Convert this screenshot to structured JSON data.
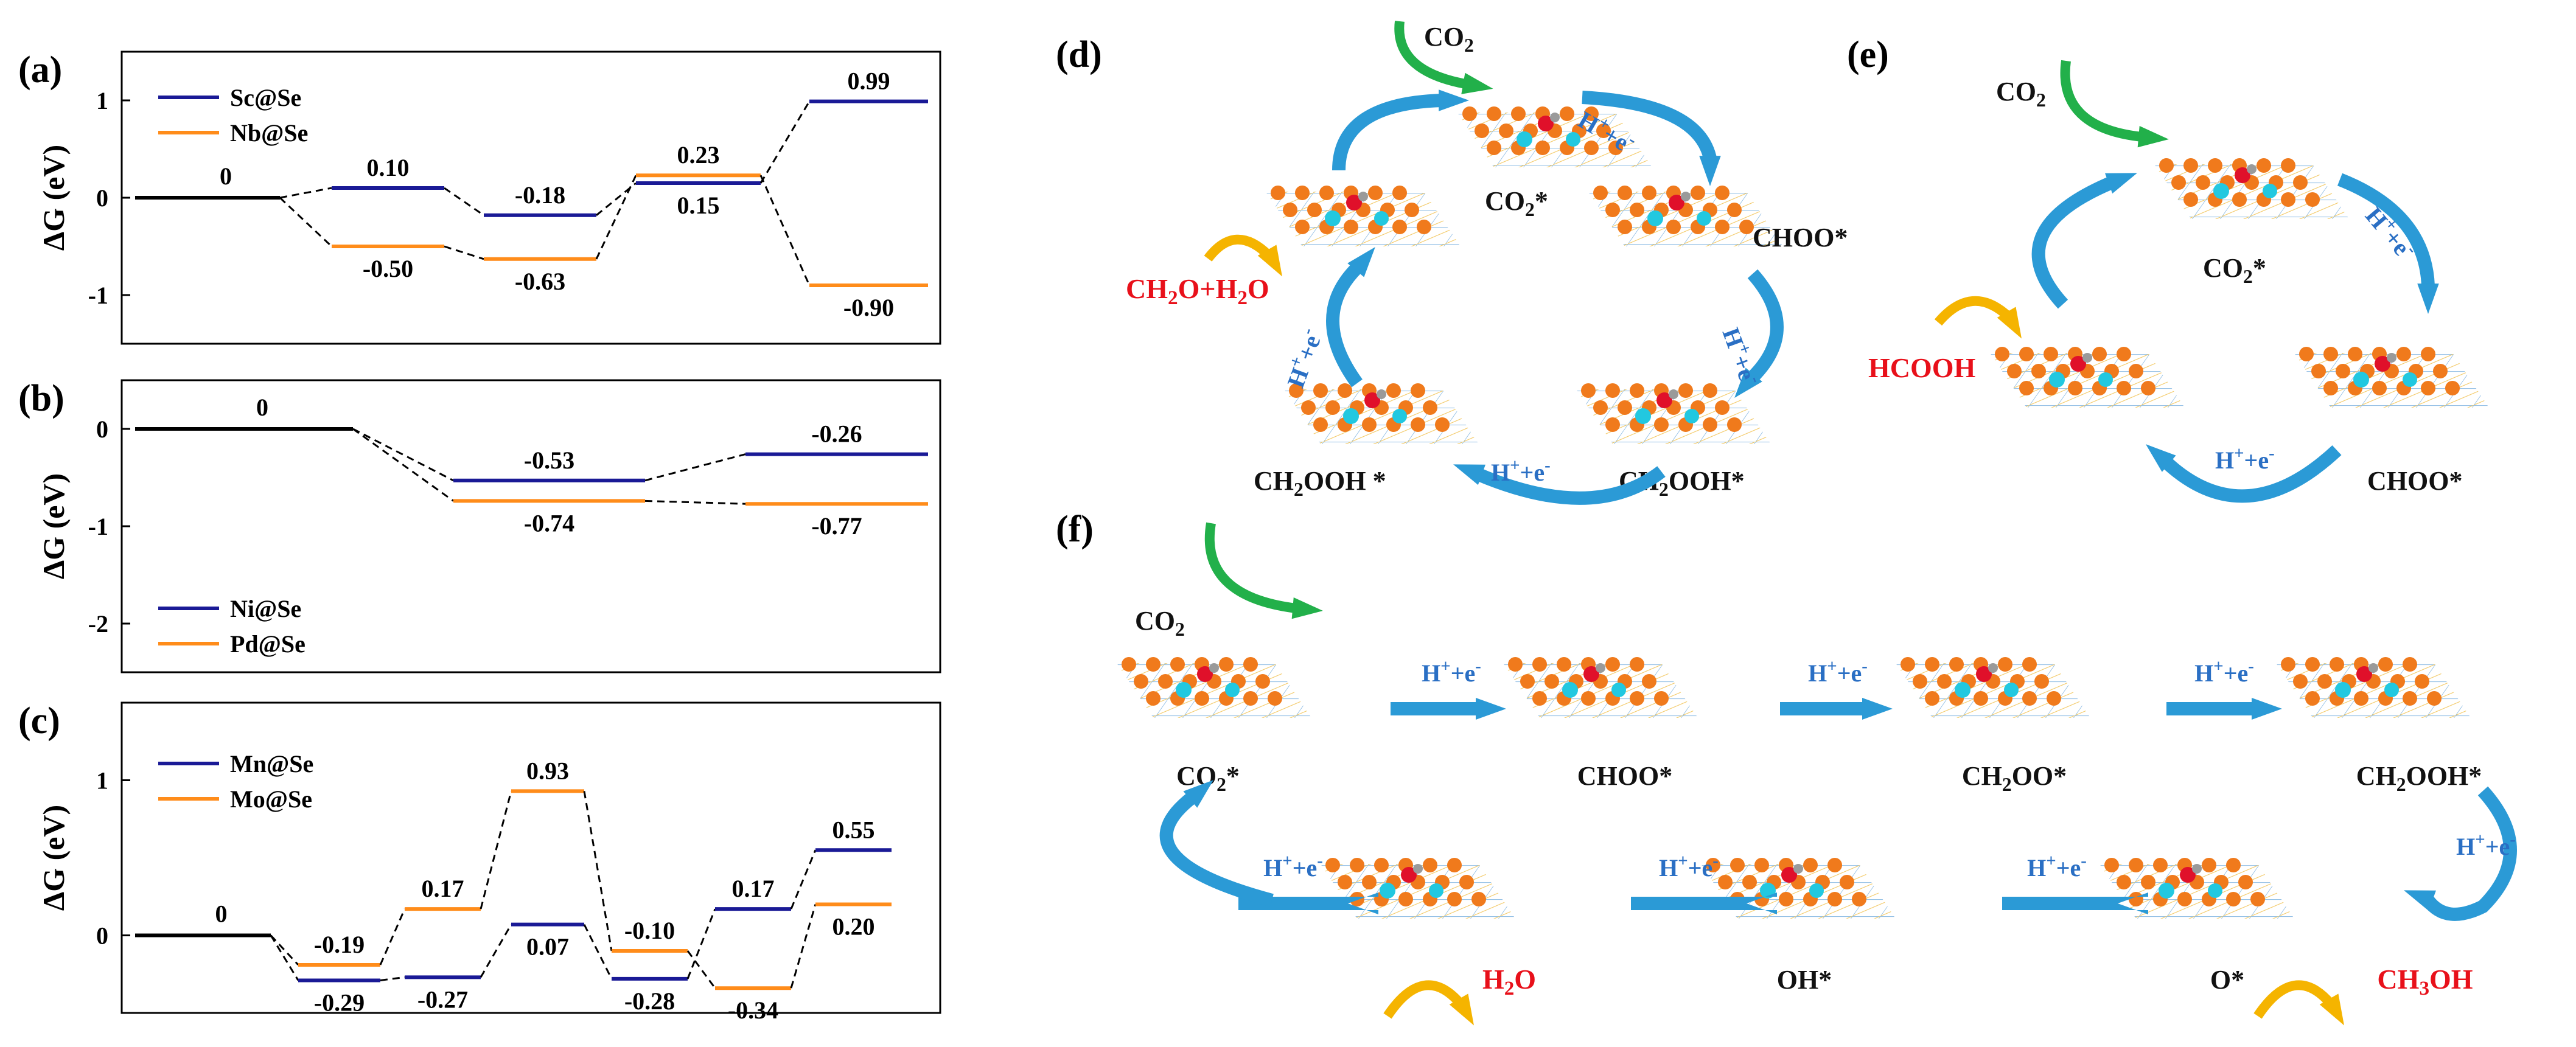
{
  "colors": {
    "blue": "#1a1a96",
    "orange": "#ff8c1a",
    "black": "#000000",
    "arrow_blue": "#2b9ad6",
    "arrow_green": "#22b04a",
    "arrow_yellow": "#f5b400",
    "product_red": "#e8101a",
    "reagent_blue": "#2a6fc4"
  },
  "chart_data": [
    {
      "type": "line",
      "panel": "(a)",
      "ylabel": "ΔG (eV)",
      "ylim": [
        -1.5,
        1.5
      ],
      "yticks": [
        "1",
        "0",
        "-1"
      ],
      "legend": [
        "Sc@Se",
        "Nb@Se"
      ],
      "start": {
        "value": 0,
        "label": "0"
      },
      "series": [
        {
          "name": "Sc@Se",
          "color": "blue",
          "values": [
            0.1,
            -0.18,
            0.15,
            0.99
          ],
          "labels": [
            "0.10",
            "-0.18",
            "0.15",
            "0.99"
          ]
        },
        {
          "name": "Nb@Se",
          "color": "orange",
          "values": [
            -0.5,
            -0.63,
            0.23,
            -0.9
          ],
          "labels": [
            "-0.50",
            "-0.63",
            "0.23",
            "-0.90"
          ]
        }
      ]
    },
    {
      "type": "line",
      "panel": "(b)",
      "ylabel": "ΔG (eV)",
      "ylim": [
        -2.5,
        0.5
      ],
      "yticks": [
        "0",
        "-1",
        "-2"
      ],
      "legend": [
        "Ni@Se",
        "Pd@Se"
      ],
      "start": {
        "value": 0,
        "label": "0"
      },
      "series": [
        {
          "name": "Ni@Se",
          "color": "blue",
          "values": [
            -0.53,
            -0.26
          ],
          "labels": [
            "-0.53",
            "-0.26"
          ]
        },
        {
          "name": "Pd@Se",
          "color": "orange",
          "values": [
            -0.74,
            -0.77
          ],
          "labels": [
            "-0.74",
            "-0.77"
          ]
        }
      ]
    },
    {
      "type": "line",
      "panel": "(c)",
      "ylabel": "ΔG (eV)",
      "ylim": [
        -0.5,
        1.5
      ],
      "yticks": [
        "1",
        "0"
      ],
      "legend": [
        "Mn@Se",
        "Mo@Se"
      ],
      "start": {
        "value": 0,
        "label": "0"
      },
      "series": [
        {
          "name": "Mn@Se",
          "color": "blue",
          "values": [
            -0.29,
            -0.27,
            0.07,
            -0.28,
            0.17,
            0.55
          ],
          "labels": [
            "-0.29",
            "-0.27",
            "0.07",
            "-0.28",
            "0.17",
            "0.55"
          ]
        },
        {
          "name": "Mo@Se",
          "color": "orange",
          "values": [
            -0.19,
            0.17,
            0.93,
            -0.1,
            -0.34,
            0.2
          ],
          "labels": [
            "-0.19",
            "0.17",
            "0.93",
            "-0.10",
            "-0.34",
            "0.20"
          ]
        }
      ]
    }
  ],
  "mechanisms": {
    "d": {
      "label": "(d)",
      "reactant": "CO2",
      "product": "CH2O+H2O",
      "reagent": "H⁺+e⁻",
      "intermediates": [
        "CO2*",
        "CHOO*",
        "CH2OOH*",
        "CH2OOH *"
      ]
    },
    "e": {
      "label": "(e)",
      "reactant": "CO2",
      "product": "HCOOH",
      "reagent": "H⁺+e⁻",
      "intermediates": [
        "CO2*",
        "CHOO*"
      ]
    },
    "f": {
      "label": "(f)",
      "reactant": "CO2",
      "reagent": "H⁺+e⁻",
      "intermediates": [
        "CO2*",
        "CHOO*",
        "CH2OO*",
        "CH2OOH*",
        "O*",
        "OH*"
      ],
      "products": [
        "CH3OH",
        "H2O"
      ]
    }
  }
}
